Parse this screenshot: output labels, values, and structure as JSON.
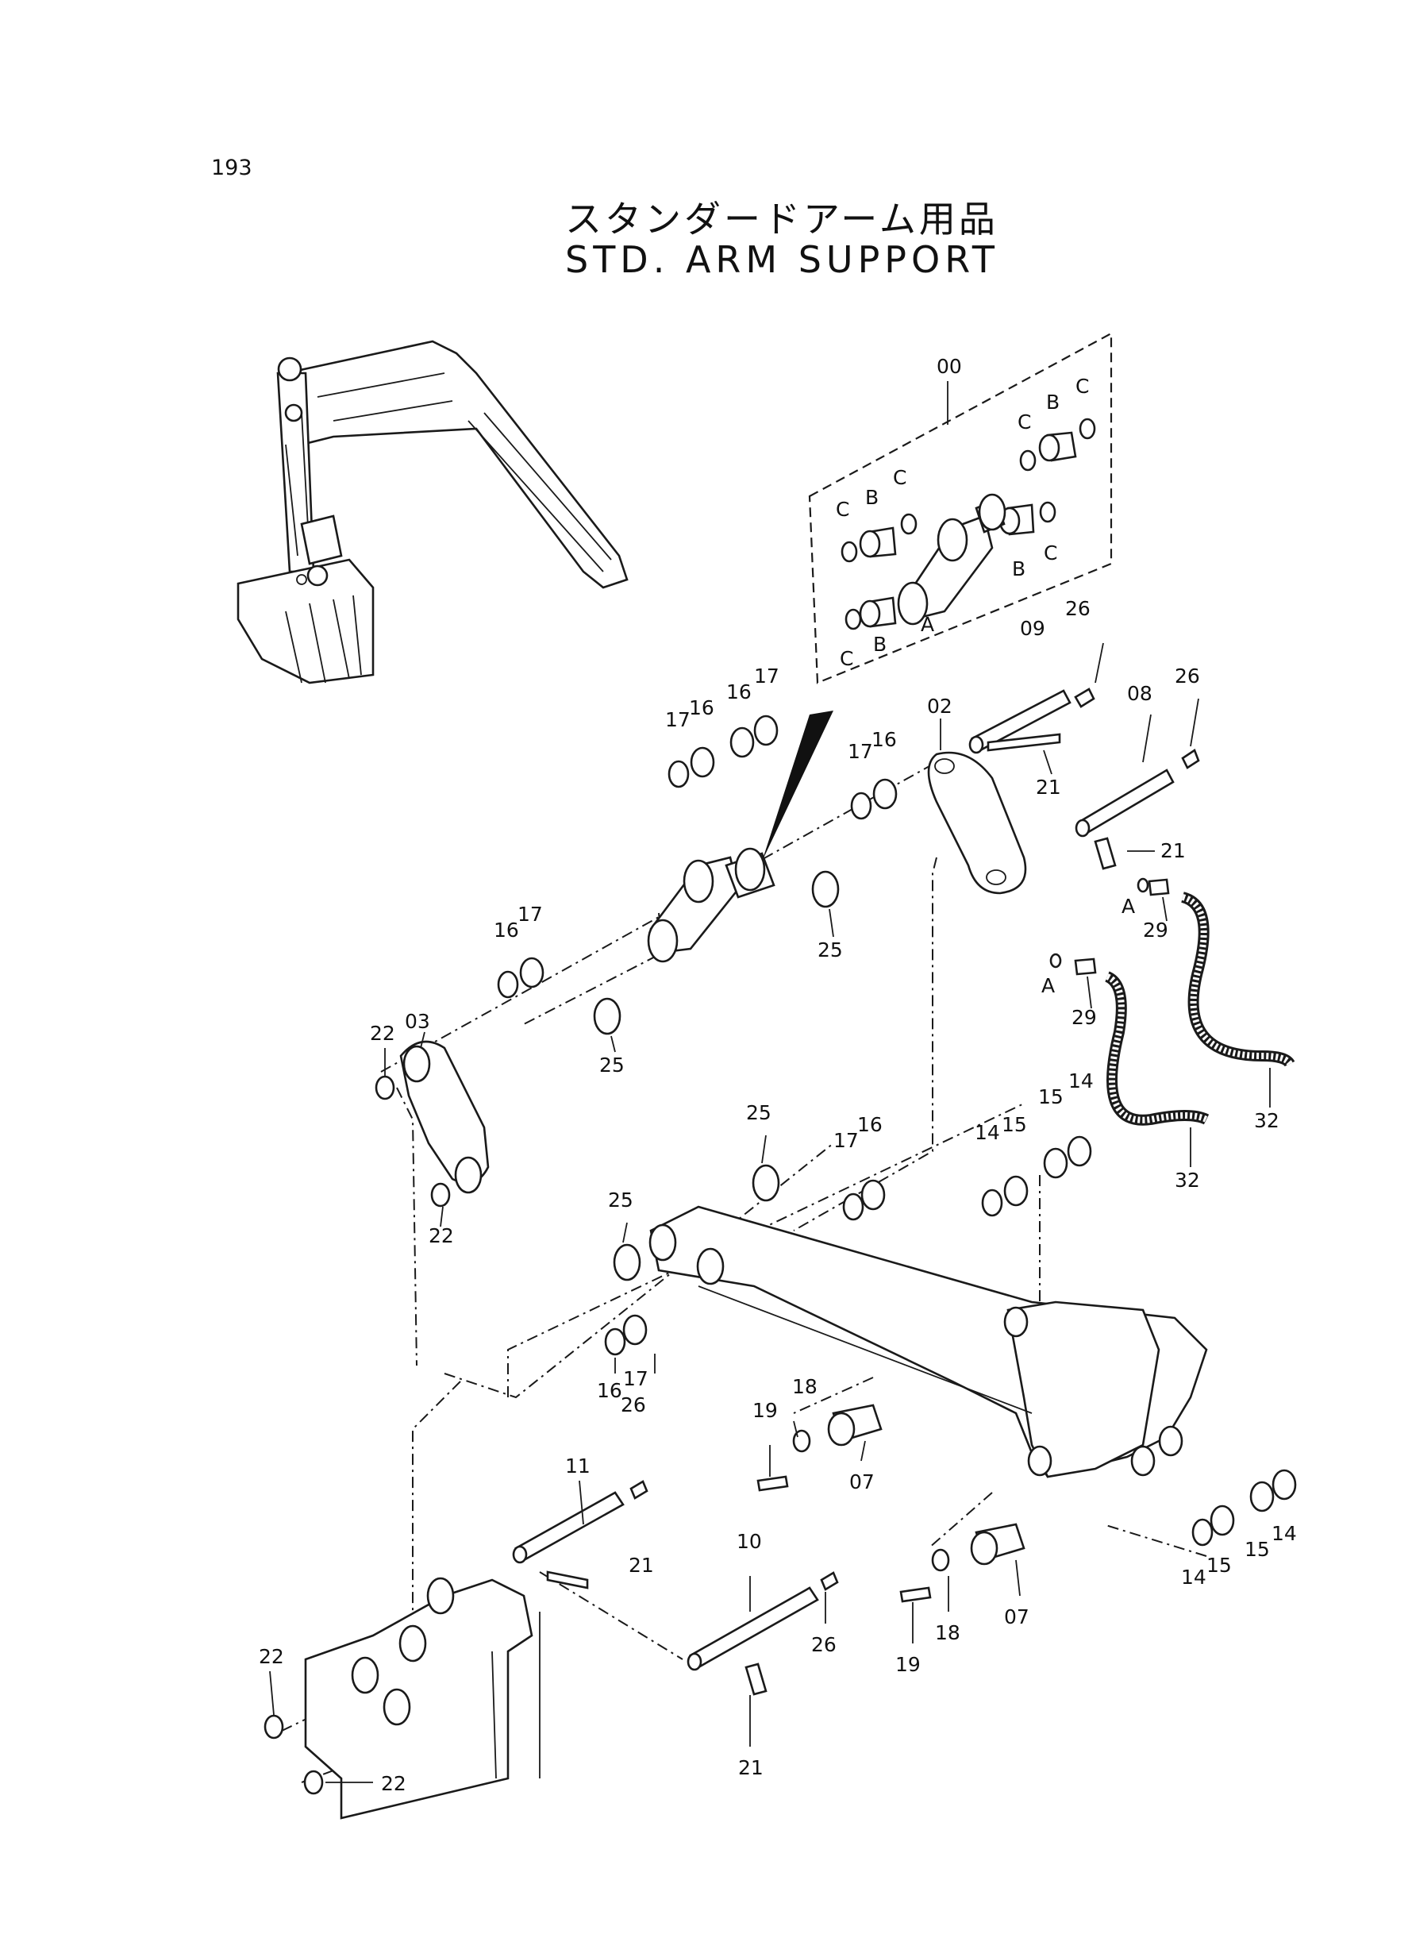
{
  "page_number": "193",
  "title_ja": "スタンダードアーム用品",
  "title_en": "STD. ARM SUPPORT",
  "callouts": {
    "c00": "00",
    "cC1": "C",
    "cB1": "B",
    "cC2": "C",
    "cC3": "C",
    "cB2": "B",
    "cC4": "C",
    "cB3": "B",
    "cC5": "C",
    "cA1": "A",
    "cB4": "B",
    "cC6": "C",
    "c09": "09",
    "c26a": "26",
    "c08": "08",
    "c26b": "26",
    "c21a": "21",
    "c21b": "21",
    "c02": "02",
    "c17a": "17",
    "c16a": "16",
    "c16b": "16",
    "c17b": "17",
    "c17c": "17",
    "c16c": "16",
    "c25a": "25",
    "c16d": "16",
    "c17d": "17",
    "c03": "03",
    "c22a": "22",
    "c25b": "25",
    "c22b": "22",
    "cA2": "A",
    "c29a": "29",
    "cA3": "A",
    "c29b": "29",
    "c32a": "32",
    "c32b": "32",
    "c25c": "25",
    "c17e": "17",
    "c16e": "16",
    "c25d": "25",
    "c15a": "15",
    "c14a": "14",
    "c14b": "14",
    "c15b": "15",
    "c16f": "16",
    "c17f": "17",
    "c26c": "26",
    "c18a": "18",
    "c19a": "19",
    "c07a": "07",
    "c11": "11",
    "c21c": "21",
    "c10": "10",
    "c26d": "26",
    "c21d": "21",
    "c19b": "19",
    "c18b": "18",
    "c07b": "07",
    "c14c": "14",
    "c15c": "15",
    "c15d": "15",
    "c14d": "14",
    "c22c": "22",
    "c22d": "22"
  }
}
